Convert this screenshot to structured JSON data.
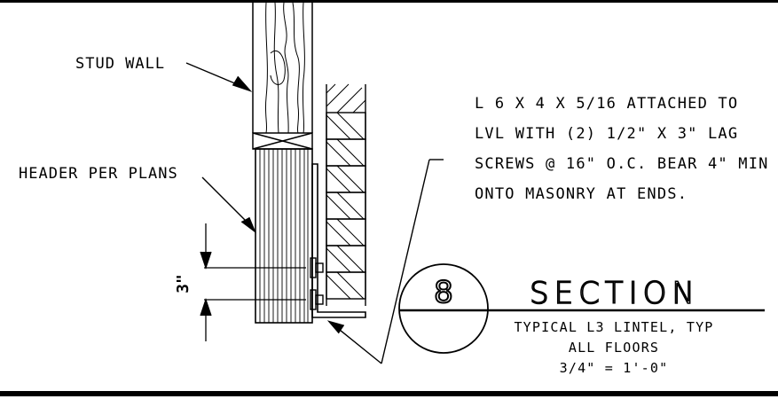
{
  "labels": {
    "stud_wall": "STUD WALL",
    "header": "HEADER PER PLANS",
    "note_lines": [
      "L 6 X 4 X 5/16 ATTACHED TO",
      "LVL WITH (2) 1/2\" X 3\" LAG",
      "SCREWS @ 16\" O.C. BEAR 4\" MIN",
      "ONTO MASONRY AT ENDS."
    ],
    "dimension": "3\""
  },
  "section": {
    "number": "8",
    "title": "SECTION",
    "subtitle_lines": [
      "TYPICAL L3 LINTEL, TYP",
      "ALL FLOORS",
      "3/4\" = 1'-0\""
    ]
  },
  "colors": {
    "ink": "#000000",
    "background": "#ffffff"
  }
}
